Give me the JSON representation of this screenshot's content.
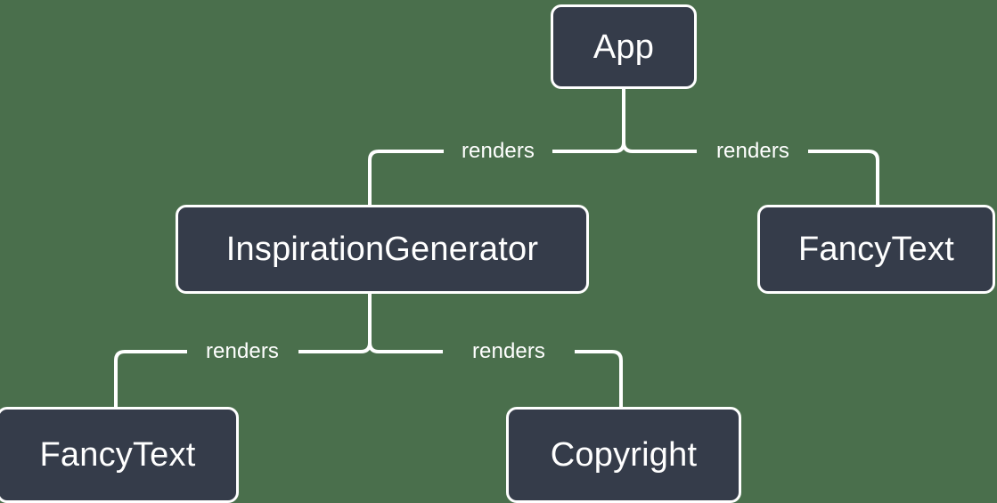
{
  "diagram": {
    "type": "component-render-tree",
    "background_color": "#4a6f4c",
    "node_fill_color": "#353c4a",
    "node_border_color": "#ffffff",
    "label_color": "#ffffff",
    "nodes": [
      {
        "id": "app",
        "label": "App"
      },
      {
        "id": "inspiration",
        "label": "InspirationGenerator"
      },
      {
        "id": "fancytext_right",
        "label": "FancyText"
      },
      {
        "id": "fancytext_left",
        "label": "FancyText"
      },
      {
        "id": "copyright",
        "label": "Copyright"
      }
    ],
    "edges": [
      {
        "from": "app",
        "to": "inspiration",
        "label": "renders"
      },
      {
        "from": "app",
        "to": "fancytext_right",
        "label": "renders"
      },
      {
        "from": "inspiration",
        "to": "fancytext_left",
        "label": "renders"
      },
      {
        "from": "inspiration",
        "to": "copyright",
        "label": "renders"
      }
    ]
  }
}
